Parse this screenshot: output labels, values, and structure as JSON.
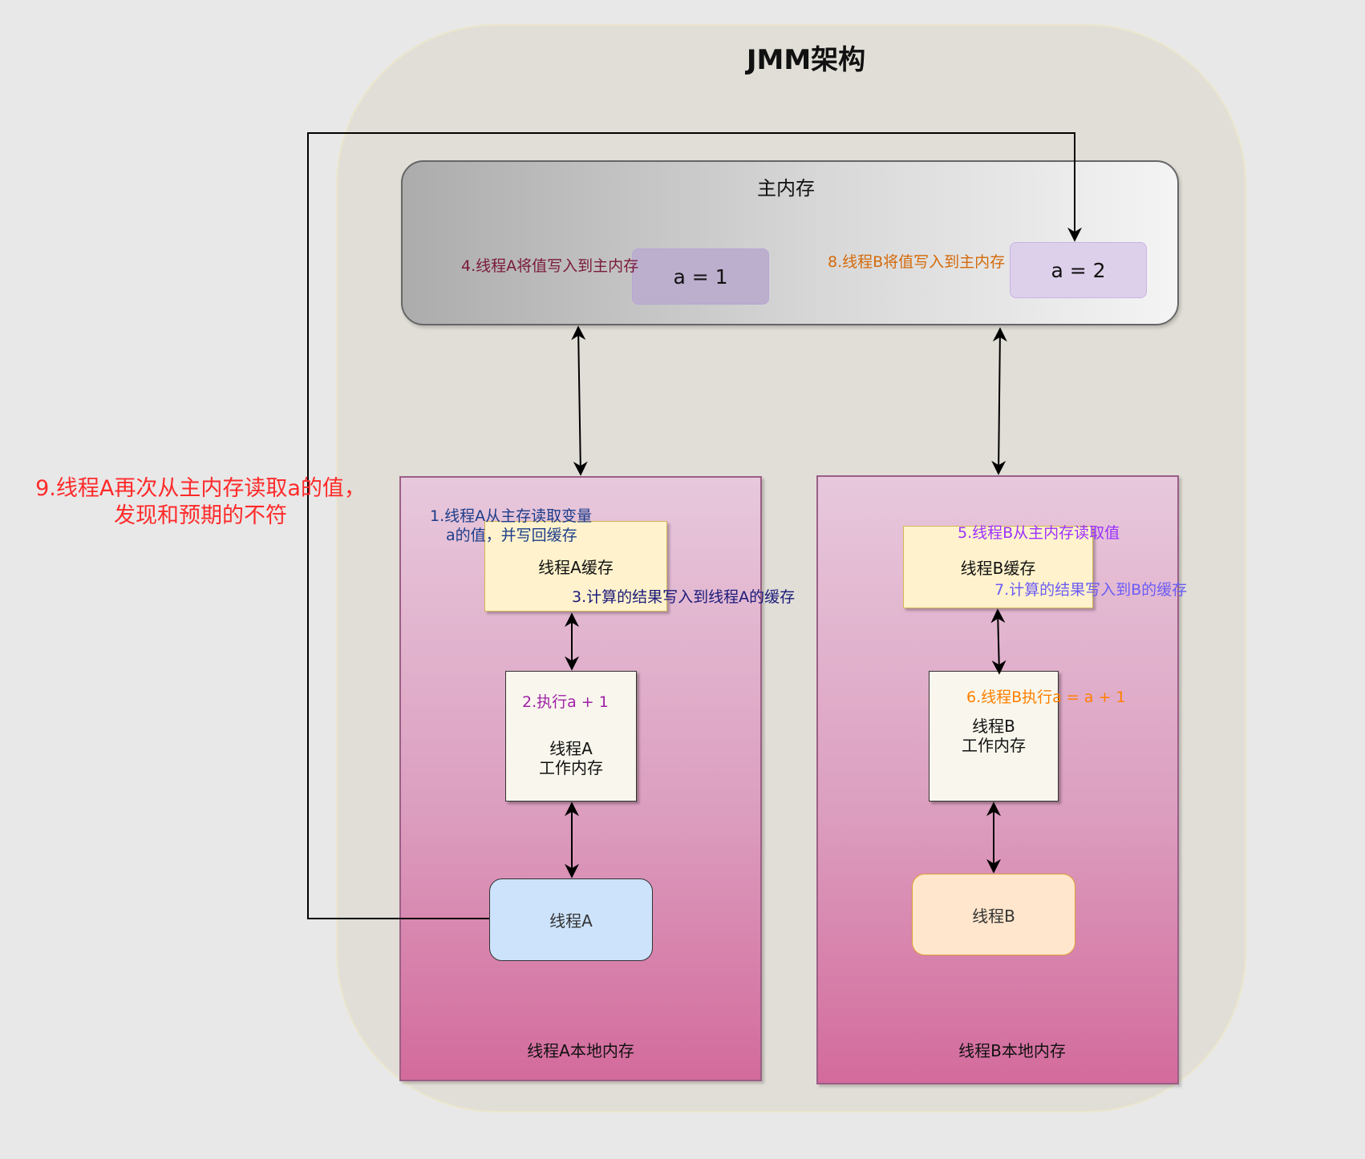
{
  "title": "JMM架构",
  "main_memory": {
    "label": "主内存",
    "var_a1": "a = 1",
    "var_a2": "a = 2"
  },
  "thread_a": {
    "cache": "线程A缓存",
    "work_line1": "线程A",
    "work_line2": "工作内存",
    "thread": "线程A",
    "local_label": "线程A本地内存"
  },
  "thread_b": {
    "cache": "线程B缓存",
    "work_line1": "线程B",
    "work_line2": "工作内存",
    "thread": "线程B",
    "local_label": "线程B本地内存"
  },
  "annotations": {
    "step1_line1": "1.线程A从主存读取变量",
    "step1_line2": "a的值，并写回缓存",
    "step2": "2.执行a + 1",
    "step3": "3.计算的结果写入到线程A的缓存",
    "step4": "4.线程A将值写入到主内存",
    "step5": "5.线程B从主内存读取值",
    "step6": "6.线程B执行a = a + 1",
    "step7": "7.计算的结果写入到B的缓存",
    "step8": "8.线程B将值写入到主内存",
    "step9_line1": "9.线程A再次从主内存读取a的值，",
    "step9_line2": "发现和预期的不符"
  }
}
